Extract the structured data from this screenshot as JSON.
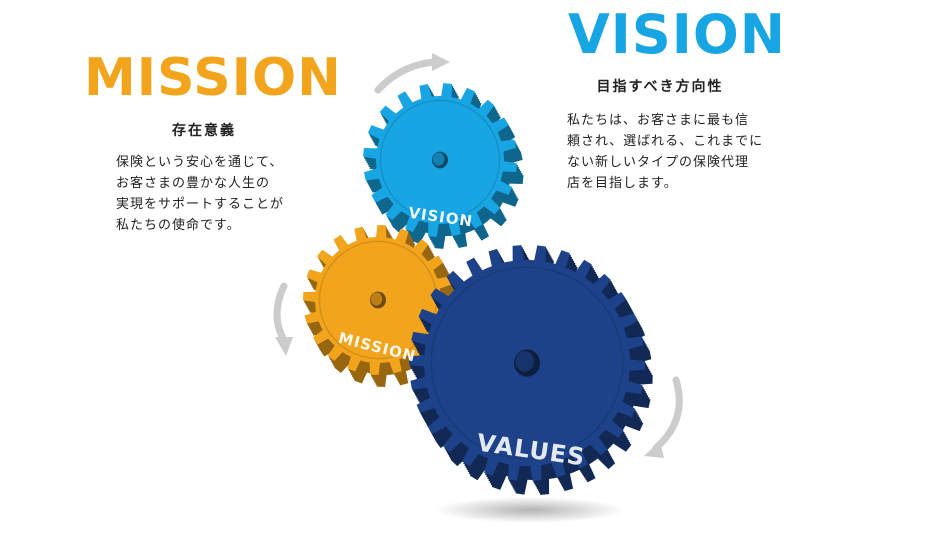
{
  "mission": {
    "title": "MISSION",
    "subtitle": "存在意義",
    "text": "保険という安心を通じて、\nお客さまの豊かな人生の\n実現をサポートすることが\n私たちの使命です。"
  },
  "vision": {
    "title": "VISION",
    "subtitle": "目指すべき方向性",
    "text": "私たちは、お客さまに最も信\n頼され、選ばれる、これまでに\nない新しいタイプの保険代理\n店を目指します。"
  },
  "gears": {
    "vision_label": "VISION",
    "mission_label": "MISSION",
    "values_label": "VALUES"
  },
  "colors": {
    "mission": "#f2a41c",
    "vision": "#18a5e3",
    "values": "#1d4289",
    "arrow": "#cccccc"
  }
}
